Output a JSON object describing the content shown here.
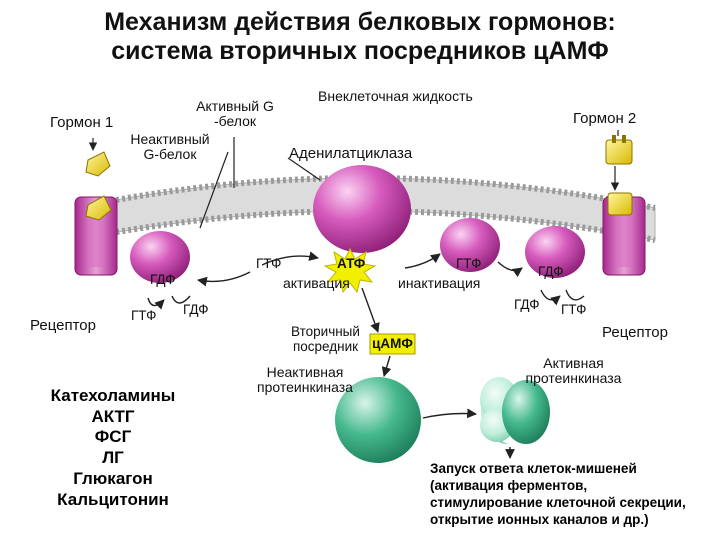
{
  "title": {
    "line1": "Механизм действия белковых гормонов:",
    "line2": "система вторичных посредников цАМФ"
  },
  "labels": {
    "extracellular_fluid": "Внеклеточная жидкость",
    "hormone1": "Гормон 1",
    "hormone2": "Гормон 2",
    "active_g_line1": "Активный  G",
    "active_g_line2": "-белок",
    "inactive_g_line1": "Неактивный",
    "inactive_g_line2": "G-белок",
    "adenylate_cyclase": "Аденилатциклаза",
    "gdp_left_top": "ГДФ",
    "gtp_left_bottom": "ГТФ",
    "gdp_left_bottom": "ГДФ",
    "receptor_left": "Рецептор",
    "gtp_center": "ГТФ",
    "atp": "АТФ",
    "activation": "активация",
    "gtp_right": "ГТФ",
    "inactivation": "инактивация",
    "gdp_right_top": "ГДФ",
    "gdp_right_bottom": "ГДФ",
    "gtp_right_bottom": "ГТФ",
    "receptor_right": "Рецептор",
    "second_messenger_line1": "Вторичный",
    "second_messenger_line2": "посредник",
    "camp": "цАМФ",
    "inactive_pk_line1": "Неактивная",
    "inactive_pk_line2": "протеинкиназа",
    "active_pk_line1": "Активная",
    "active_pk_line2": "протеинкиназа"
  },
  "hormones": [
    "Катехоламины",
    "АКТГ",
    "ФСГ",
    "ЛГ",
    "Глюкагон",
    "Кальцитонин"
  ],
  "response": [
    "Запуск ответа клеток-мишеней",
    "(активация ферментов,",
    "стимулирование клеточной секреции,",
    "открытие ионных каналов и др.)"
  ],
  "colors": {
    "membrane": "#d9d9d9",
    "protein_magenta": "#c437a8",
    "protein_light": "#f3b6e6",
    "hormone_yellow": "#f2d600",
    "atp_star": "#f1ef00",
    "kinase_green": "#2fae7f",
    "kinase_light": "#d5f3e6"
  }
}
